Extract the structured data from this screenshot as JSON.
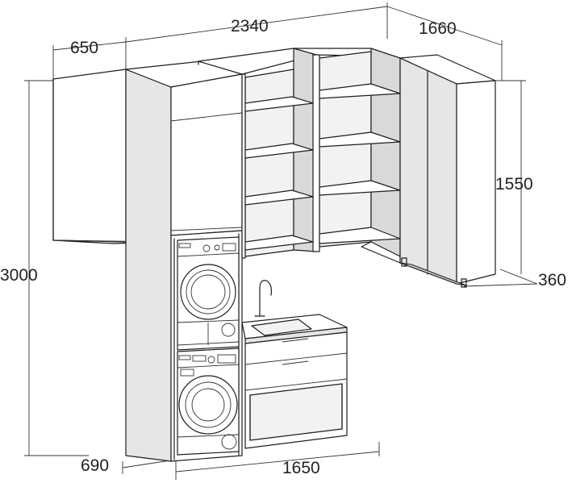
{
  "dimensions": {
    "overall_width": "2340",
    "right_depth": "1660",
    "top_left_width": "650",
    "total_height": "3000",
    "right_unit_height": "1550",
    "right_unit_depth": "360",
    "bottom_depth": "690",
    "bottom_width": "1650"
  },
  "colors": {
    "line": "#1e1e1e",
    "face_light": "#f2f2f2",
    "face_mid": "#e6e6e6",
    "face_dark": "#d9d9d9"
  }
}
